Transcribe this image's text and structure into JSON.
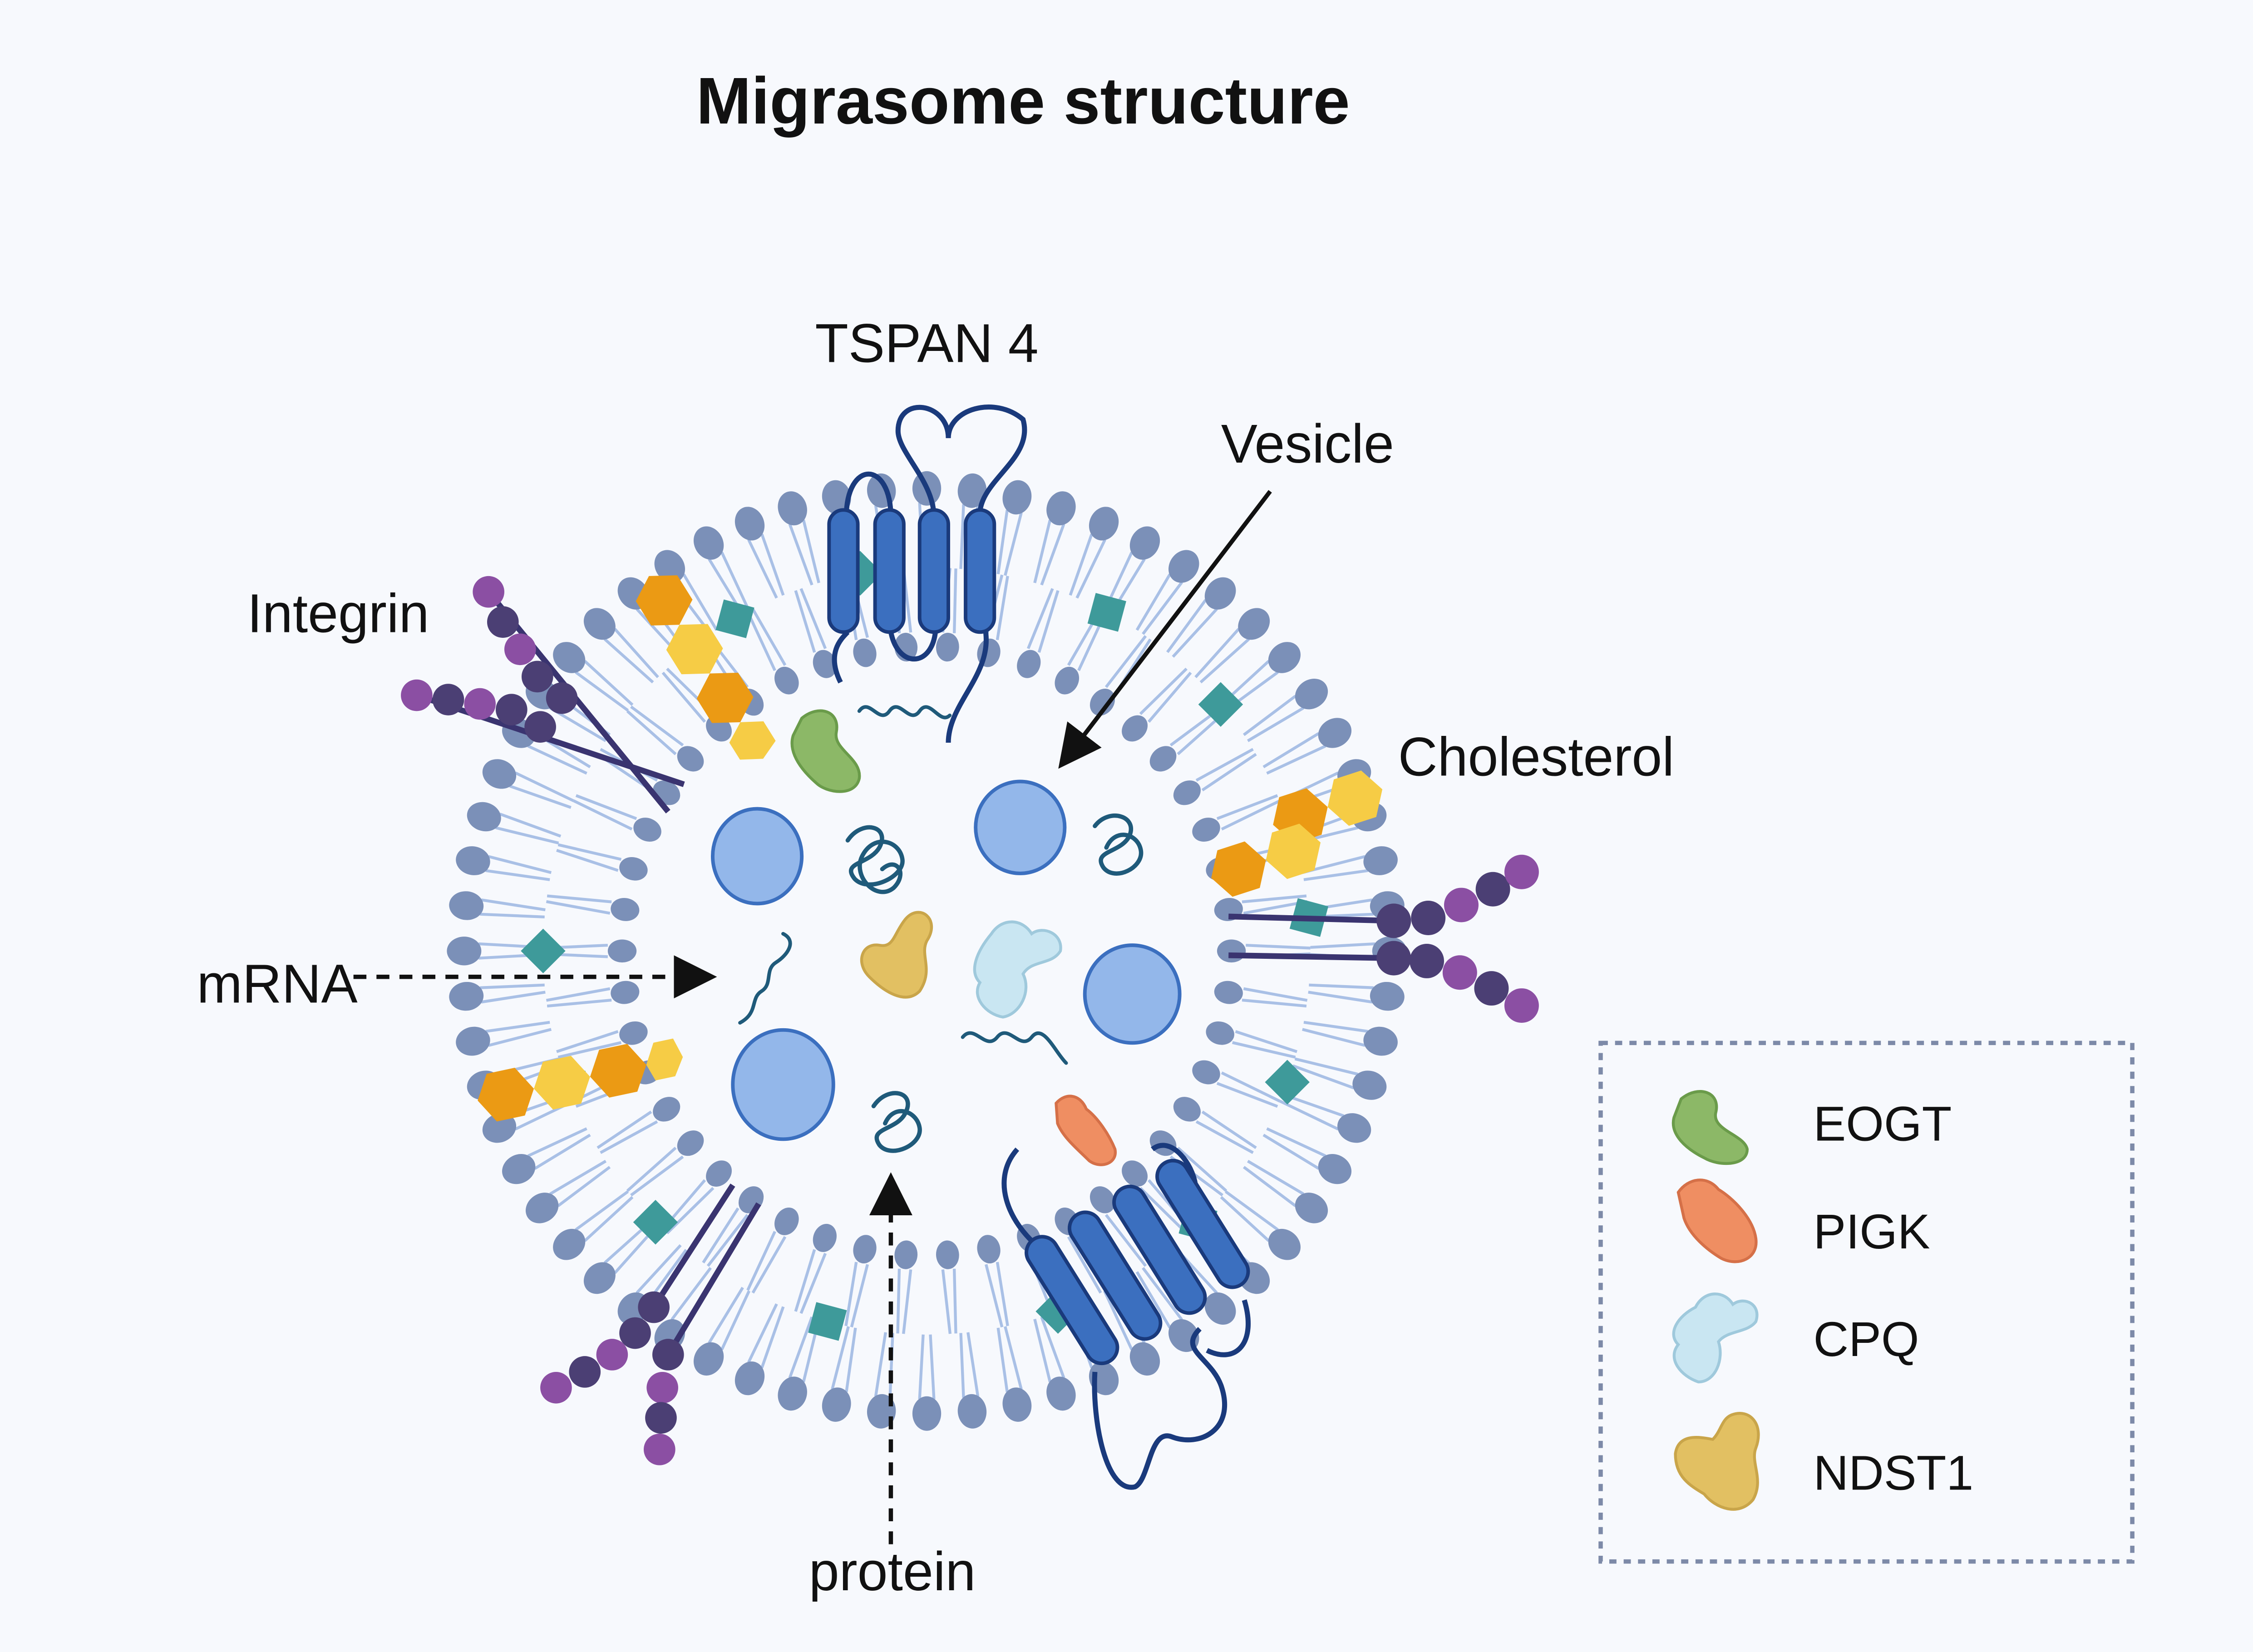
{
  "title": "Migrasome structure",
  "labels": {
    "tspan": "TSPAN 4",
    "vesicle": "Vesicle",
    "integrin": "Integrin",
    "cholesterol": "Cholesterol",
    "mrna": "mRNA",
    "protein": "protein"
  },
  "legend": {
    "items": [
      {
        "label": "EOGT",
        "icon": "eogt-protein-icon",
        "color": "#8cb867"
      },
      {
        "label": "PIGK",
        "icon": "pigk-protein-icon",
        "color": "#ef8e62"
      },
      {
        "label": "CPQ",
        "icon": "cpq-protein-icon",
        "color": "#c9e6f2"
      },
      {
        "label": "NDST1",
        "icon": "ndst1-protein-icon",
        "color": "#e2c062"
      }
    ]
  },
  "colors": {
    "background": "#f7f9fd",
    "lipid_head": "#7b90b8",
    "lipid_tail": "#a9c0e6",
    "tspan": "#3b6fbf",
    "integrin_stalk": "#3a3470",
    "integrin_bead_dark": "#4b3f74",
    "integrin_bead_purple": "#8b4fa3",
    "cholesterol_orange": "#eb9a14",
    "cholesterol_yellow": "#f6cc45",
    "teal_marker": "#3e9a9a",
    "vesicle_fill": "#93b7ea",
    "vesicle_stroke": "#3b6fbf",
    "mrna": "#1f5a7a"
  }
}
